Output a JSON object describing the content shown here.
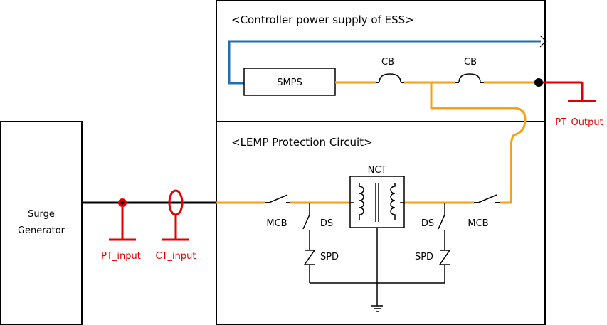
{
  "titles": {
    "ess": "<Controller power supply of ESS>",
    "lemp": "<LEMP Protection Circuit>"
  },
  "generator": {
    "line1": "Surge",
    "line2": "Generator"
  },
  "labels": {
    "smps": "SMPS",
    "cb1": "CB",
    "cb2": "CB",
    "nct": "NCT",
    "mcb_left": "MCB",
    "mcb_right": "MCB",
    "ds_left": "DS",
    "ds_right": "DS",
    "spd_left": "SPD",
    "spd_right": "SPD"
  },
  "probes": {
    "pt_input": "PT_input",
    "ct_input": "CT_input",
    "pt_output": "PT_Output"
  },
  "colors": {
    "line": "#000000",
    "power_wire": "#f5a01a",
    "feedback_wire": "#1f6fb2",
    "probe": "#e00000"
  }
}
